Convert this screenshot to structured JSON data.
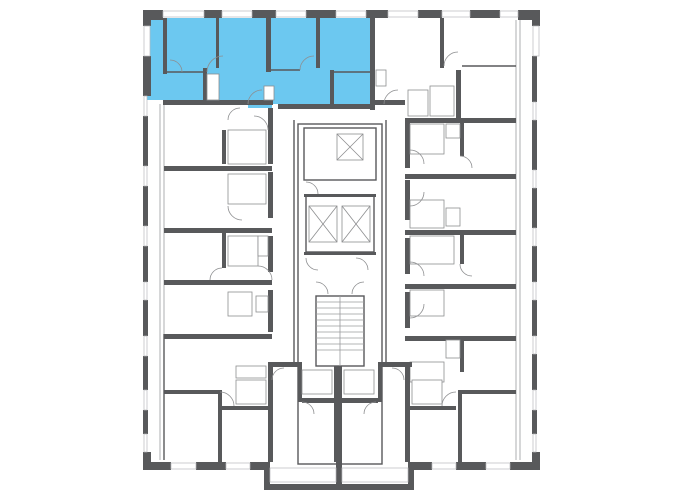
{
  "plan": {
    "highlight_color": "#6cc8f0",
    "wall_color": "#58595b",
    "background": "#ffffff",
    "selected_apartment": {
      "state": "highlighted"
    },
    "elevator_count": 3,
    "stairwell_count": 1
  }
}
